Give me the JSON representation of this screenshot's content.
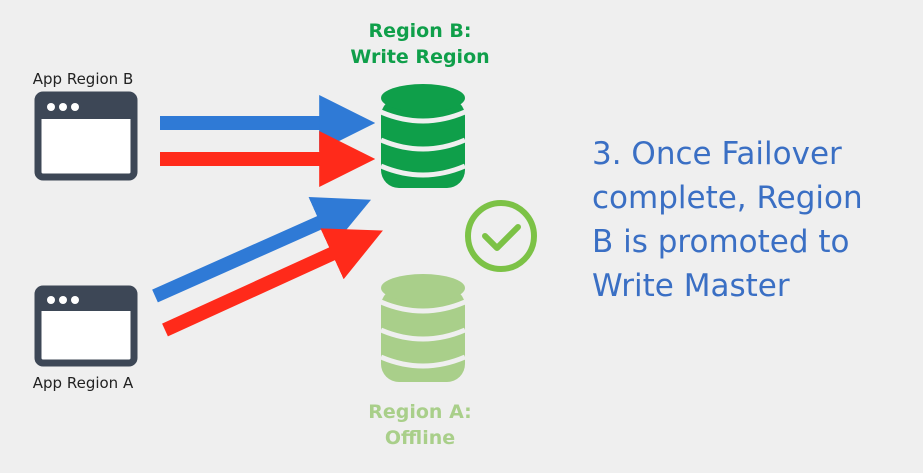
{
  "app_region_b": {
    "label": "App Region B"
  },
  "app_region_a": {
    "label": "App Region A"
  },
  "region_b": {
    "title_line1": "Region B:",
    "title_line2": "Write Region"
  },
  "region_a": {
    "title_line1": "Region A:",
    "title_line2": "Offline"
  },
  "caption": {
    "lines": [
      "3. Once Failover",
      "complete, Region",
      "B is promoted to",
      "Write Master"
    ]
  },
  "colors": {
    "background": "#efefef",
    "write_region_green": "#0f9f4a",
    "offline_green": "#a9cf8a",
    "check_green": "#7cc246",
    "arrow_blue": "#2f7ad6",
    "arrow_red": "#ff2a1a",
    "window_frame": "#3d4756",
    "caption_blue": "#3a6fc4"
  },
  "icons": {
    "app_window": "browser-window-icon",
    "database": "database-icon",
    "status": "check-circle-icon"
  }
}
